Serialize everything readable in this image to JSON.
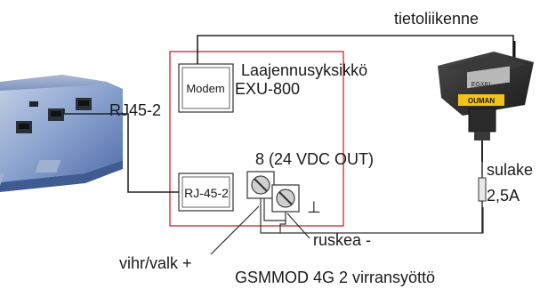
{
  "labels": {
    "comm_link": "tietoliikenne",
    "expansion_unit_title": "Laajennusyksikkö",
    "expansion_unit_model": "EXU-800",
    "modem_box": "Modem",
    "rj45_cable": "RJ45-2",
    "rj45_port": "RJ-45-2",
    "power_out": "8 (24 VDC OUT)",
    "ground_symbol": "⊥",
    "brown_wire": "ruskea -",
    "green_white_wire": "vihr/valk +",
    "fuse": "sulake",
    "fuse_rating": "2,5A",
    "power_supply_caption": "GSMMOD 4G 2 virransyöttö",
    "modem_device_brand": "OUMAN",
    "modem_device_model": "EGX81"
  },
  "colors": {
    "expansion_box_border": "#d0343c",
    "wire": "#222222",
    "modem_body": "#2b2b2b",
    "modem_label": "#f2c21b",
    "controller_body": "#6f8fc4"
  }
}
